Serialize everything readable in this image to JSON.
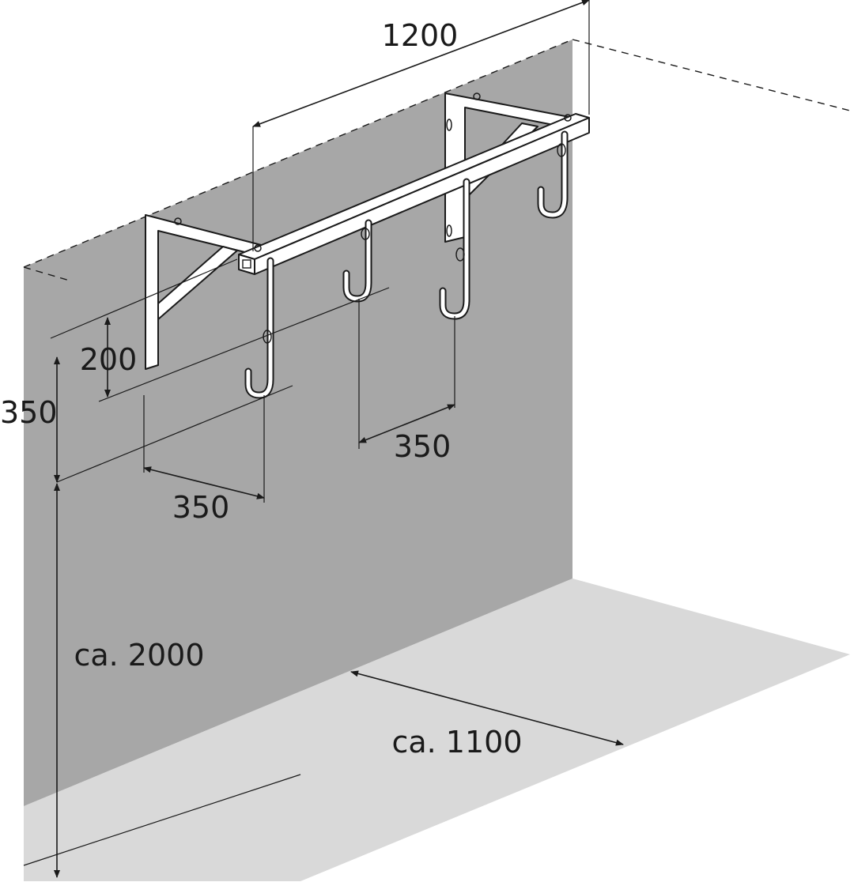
{
  "dimensions": {
    "rail_length": "1200",
    "hook_drop": "200",
    "hook_offset": "350",
    "bracket_to_hook": "350",
    "hook_spacing": "350",
    "mount_height": "ca. 2000",
    "floor_depth": "ca. 1100"
  },
  "colors": {
    "wall": "#a7a7a7",
    "floor": "#d9d9d9",
    "line": "#1a1a1a",
    "frame": "#ffffff"
  }
}
